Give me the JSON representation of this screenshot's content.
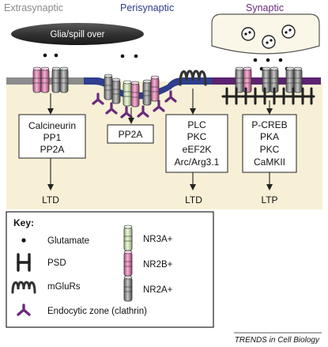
{
  "headers": {
    "extrasynaptic": "Extrasynaptic",
    "perisynaptic": "Perisynaptic",
    "synaptic": "Synaptic"
  },
  "glia_label": "Glia/spill over",
  "signaling": {
    "extrasynaptic": [
      "Calcineurin",
      "PP1",
      "PP2A"
    ],
    "perisynaptic": [
      "PP2A"
    ],
    "mglur": [
      "PLC",
      "PKC",
      "eEF2K",
      "Arc/Arg3.1"
    ],
    "synaptic": [
      "P-CREB",
      "PKA",
      "PKC",
      "CaMKII"
    ]
  },
  "outcomes": {
    "extrasynaptic": "LTD",
    "mglur": "LTD",
    "synaptic": "LTP"
  },
  "key": {
    "title": "Key:",
    "glutamate": "Glutamate",
    "psd": "PSD",
    "mglurs": "mGluRs",
    "endocytic": "Endocytic zone (clathrin)",
    "nr3a": "NR3A+",
    "nr2b": "NR2B+",
    "nr2a": "NR2A+"
  },
  "footer": "TRENDS in Cell Biology",
  "colors": {
    "extrasynaptic_header": "#8a8a8a",
    "perisynaptic_header": "#2d3a8c",
    "synaptic_header": "#6a2a7a",
    "membrane_grey": "#8c8c8c",
    "membrane_blue": "#2f3e8f",
    "membrane_purple": "#5c2370",
    "cytoplasm": "#f7f0d6",
    "nr3a": "#d4e8b8",
    "nr2b": "#e58ab8",
    "nr2a": "#9a9a9a",
    "clathrin": "#6b2a7a"
  }
}
